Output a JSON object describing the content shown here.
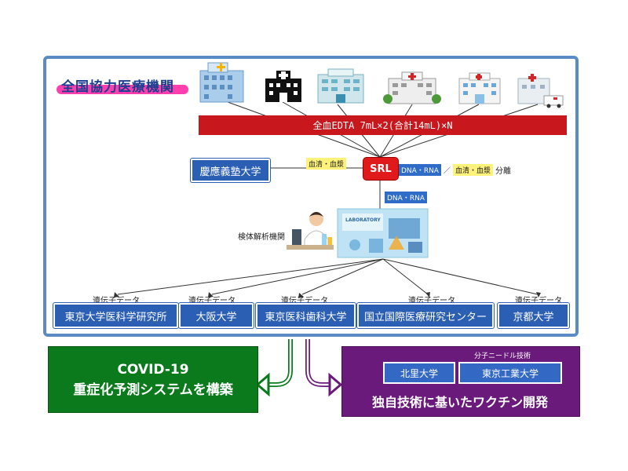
{
  "title": "全国協力医療機関",
  "blood_bar": "全血EDTA 7mL×2(合計14mL)×N",
  "srl": "SRL",
  "keio": "慶應義塾大学",
  "serum_tag": "血清・血漿",
  "dna_rna_tag": "DNA・RNA",
  "separation_slash": "／",
  "separation_tag": "血清・血漿",
  "separation_text": "分離",
  "dna_rna_down_tag": "DNA・RNA",
  "analysis_label": "検体解析機関",
  "lab_sign": "LABORATORY",
  "gene_data_label": "遺伝子データ",
  "universities": [
    "東京大学医科学研究所",
    "大阪大学",
    "東京医科歯科大学",
    "国立国際医療研究センター",
    "京都大学"
  ],
  "covid_title_1": "COVID-19",
  "covid_title_2": "重症化予測システムを構築",
  "needle_label": "分子ニードル技術",
  "kitasato": "北里大学",
  "titech": "東京工業大学",
  "vaccine_label": "独自技術に基いたワクチン開発",
  "colors": {
    "frame": "#5b8bc5",
    "red_bar": "#c8171d",
    "box_blue": "#2b5fb4",
    "green": "#0a7a1c",
    "purple": "#6a1a7a",
    "pink": "#ff3fae"
  }
}
